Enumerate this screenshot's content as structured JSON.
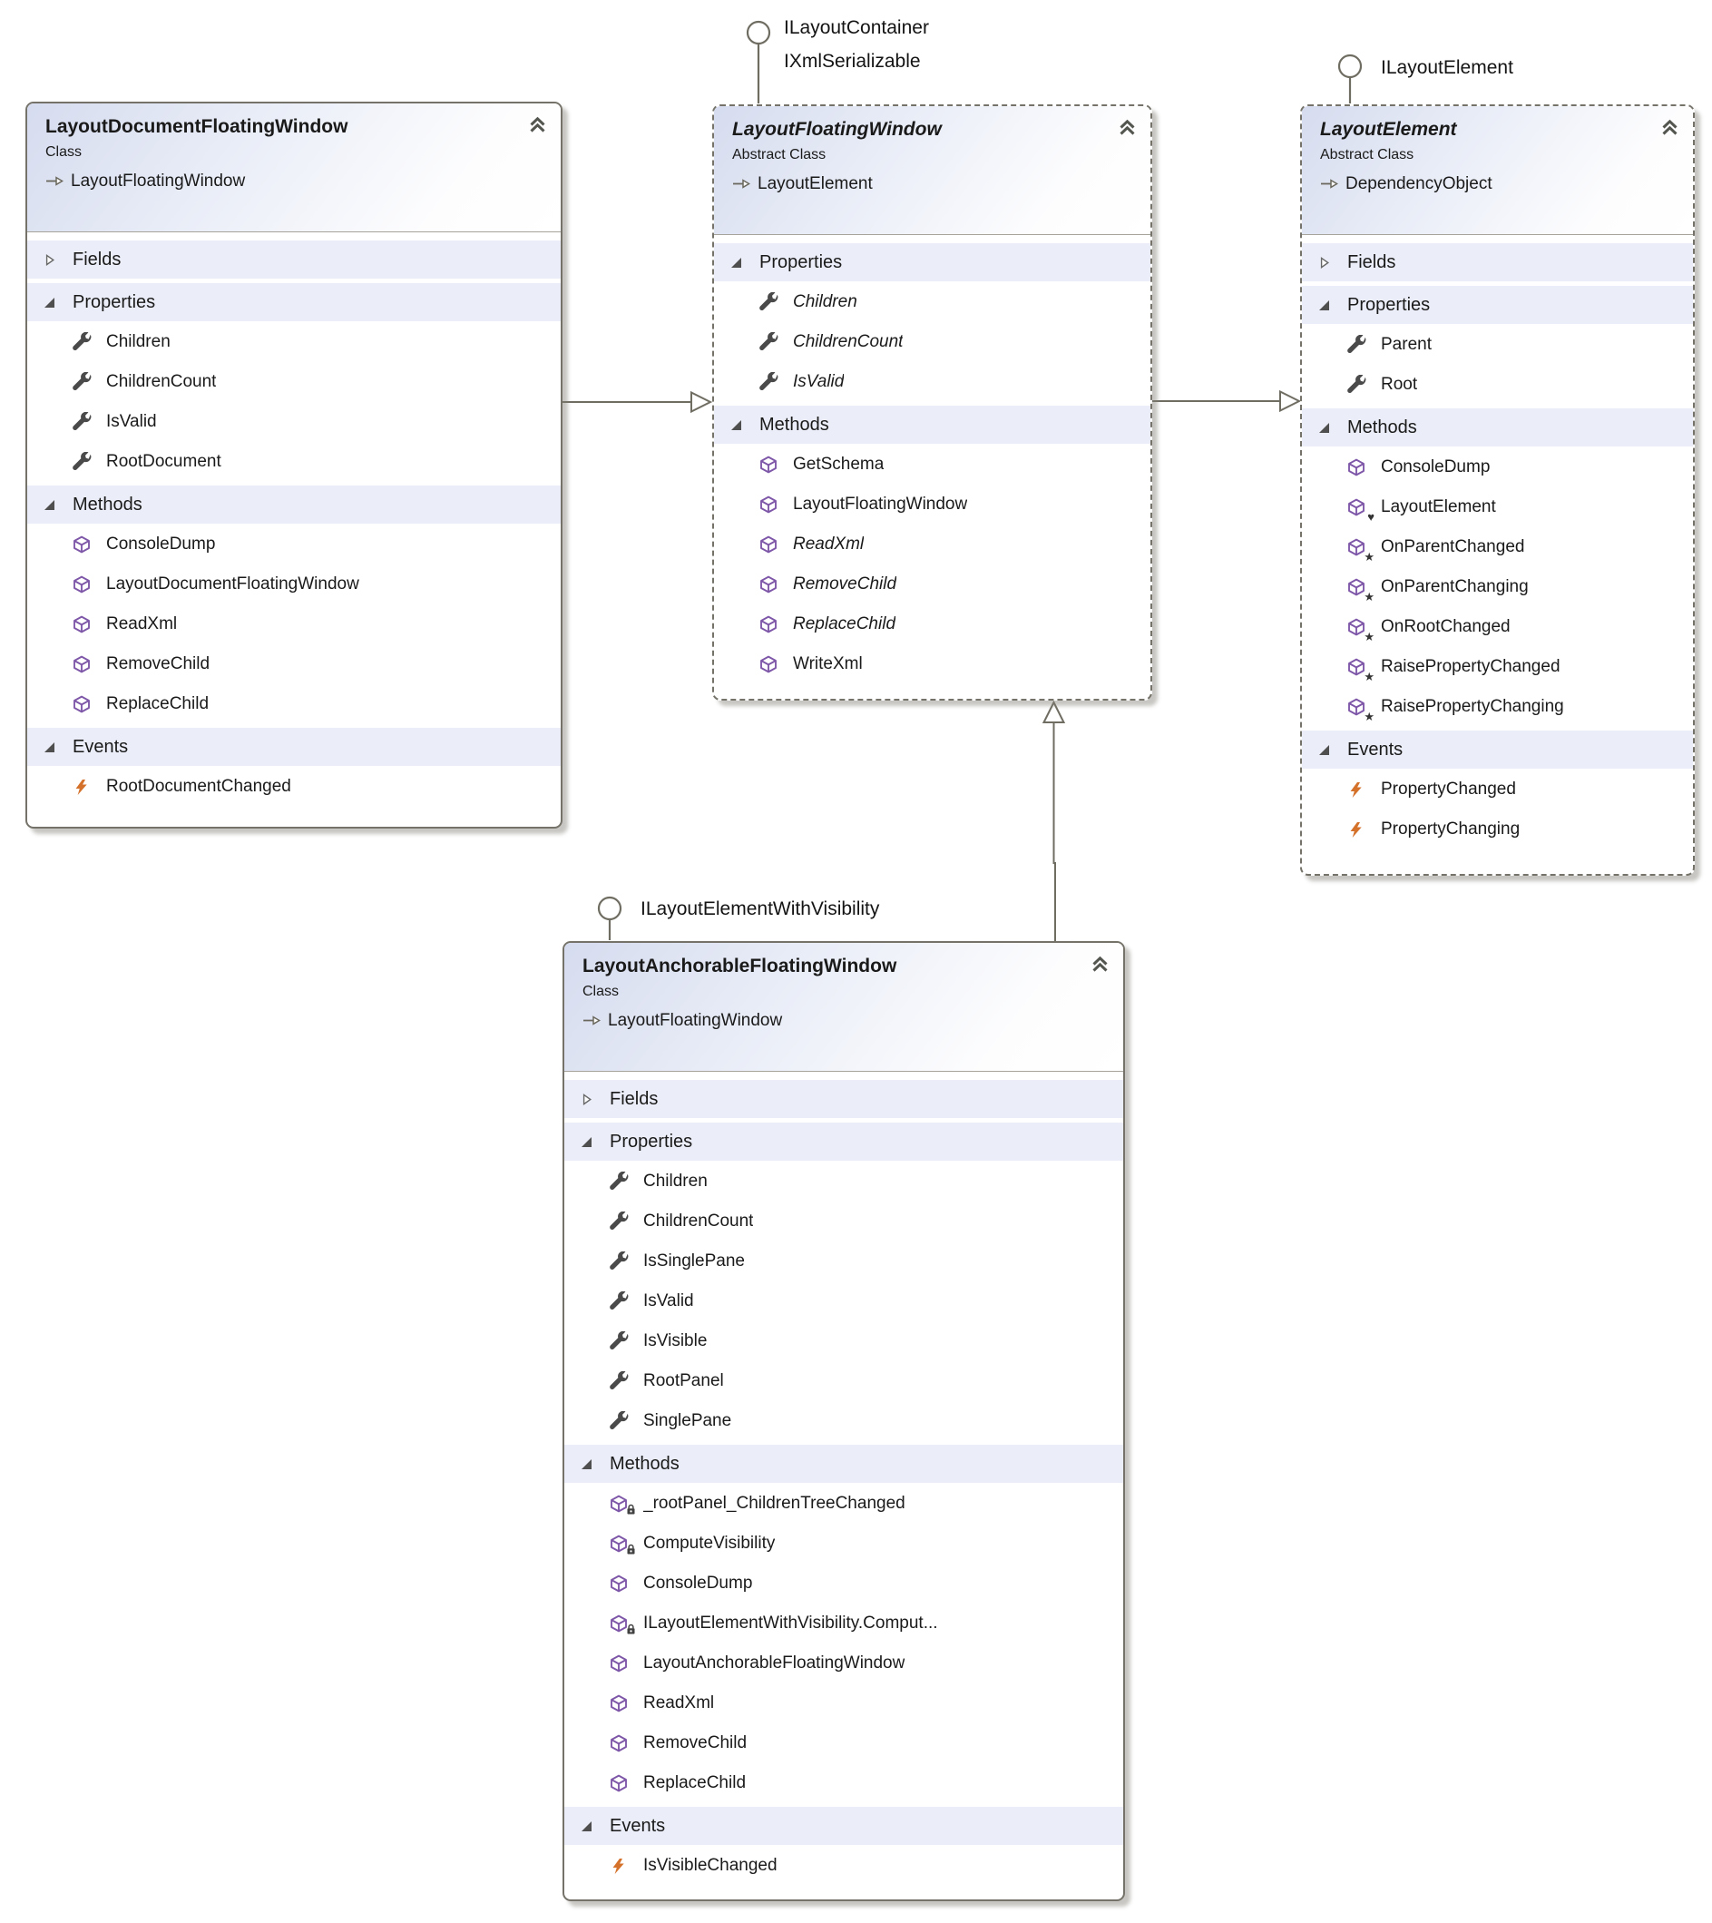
{
  "diagram": {
    "background_color": "#ffffff",
    "connector_color": "#6f6d62",
    "section_row_color": "#ebeef8",
    "method_icon_color": "#7e57a8",
    "property_icon_color": "#4a4a4a",
    "event_icon_color": "#d4722c"
  },
  "interfaces": [
    {
      "lines": [
        "ILayoutContainer",
        "IXmlSerializable"
      ]
    },
    {
      "lines": [
        "ILayoutElement"
      ]
    },
    {
      "lines": [
        "ILayoutElementWithVisibility"
      ]
    }
  ],
  "classes": [
    {
      "title": "LayoutDocumentFloatingWindow",
      "kind": "Class",
      "base": "LayoutFloatingWindow",
      "abstract": false,
      "sections": [
        {
          "label": "Fields",
          "expanded": false,
          "members": []
        },
        {
          "label": "Properties",
          "expanded": true,
          "members": [
            {
              "label": "Children",
              "type": "property"
            },
            {
              "label": "ChildrenCount",
              "type": "property"
            },
            {
              "label": "IsValid",
              "type": "property"
            },
            {
              "label": "RootDocument",
              "type": "property"
            }
          ]
        },
        {
          "label": "Methods",
          "expanded": true,
          "members": [
            {
              "label": "ConsoleDump",
              "type": "method"
            },
            {
              "label": "LayoutDocumentFloatingWindow",
              "type": "method"
            },
            {
              "label": "ReadXml",
              "type": "method"
            },
            {
              "label": "RemoveChild",
              "type": "method"
            },
            {
              "label": "ReplaceChild",
              "type": "method"
            }
          ]
        },
        {
          "label": "Events",
          "expanded": true,
          "members": [
            {
              "label": "RootDocumentChanged",
              "type": "event"
            }
          ]
        }
      ]
    },
    {
      "title": "LayoutFloatingWindow",
      "kind": "Abstract Class",
      "base": "LayoutElement",
      "abstract": true,
      "sections": [
        {
          "label": "Properties",
          "expanded": true,
          "members": [
            {
              "label": "Children",
              "type": "property",
              "italic": true
            },
            {
              "label": "ChildrenCount",
              "type": "property",
              "italic": true
            },
            {
              "label": "IsValid",
              "type": "property",
              "italic": true
            }
          ]
        },
        {
          "label": "Methods",
          "expanded": true,
          "members": [
            {
              "label": "GetSchema",
              "type": "method"
            },
            {
              "label": "LayoutFloatingWindow",
              "type": "method"
            },
            {
              "label": "ReadXml",
              "type": "method",
              "italic": true
            },
            {
              "label": "RemoveChild",
              "type": "method",
              "italic": true
            },
            {
              "label": "ReplaceChild",
              "type": "method",
              "italic": true
            },
            {
              "label": "WriteXml",
              "type": "method"
            }
          ]
        }
      ]
    },
    {
      "title": "LayoutElement",
      "kind": "Abstract Class",
      "base": "DependencyObject",
      "abstract": true,
      "sections": [
        {
          "label": "Fields",
          "expanded": false,
          "members": []
        },
        {
          "label": "Properties",
          "expanded": true,
          "members": [
            {
              "label": "Parent",
              "type": "property"
            },
            {
              "label": "Root",
              "type": "property"
            }
          ]
        },
        {
          "label": "Methods",
          "expanded": true,
          "members": [
            {
              "label": "ConsoleDump",
              "type": "method"
            },
            {
              "label": "LayoutElement",
              "type": "method",
              "modifier": "internal"
            },
            {
              "label": "OnParentChanged",
              "type": "method",
              "modifier": "protected"
            },
            {
              "label": "OnParentChanging",
              "type": "method",
              "modifier": "protected"
            },
            {
              "label": "OnRootChanged",
              "type": "method",
              "modifier": "protected"
            },
            {
              "label": "RaisePropertyChanged",
              "type": "method",
              "modifier": "protected"
            },
            {
              "label": "RaisePropertyChanging",
              "type": "method",
              "modifier": "protected"
            }
          ]
        },
        {
          "label": "Events",
          "expanded": true,
          "members": [
            {
              "label": "PropertyChanged",
              "type": "event"
            },
            {
              "label": "PropertyChanging",
              "type": "event"
            }
          ]
        }
      ]
    },
    {
      "title": "LayoutAnchorableFloatingWindow",
      "kind": "Class",
      "base": "LayoutFloatingWindow",
      "abstract": false,
      "sections": [
        {
          "label": "Fields",
          "expanded": false,
          "members": []
        },
        {
          "label": "Properties",
          "expanded": true,
          "members": [
            {
              "label": "Children",
              "type": "property"
            },
            {
              "label": "ChildrenCount",
              "type": "property"
            },
            {
              "label": "IsSinglePane",
              "type": "property"
            },
            {
              "label": "IsValid",
              "type": "property"
            },
            {
              "label": "IsVisible",
              "type": "property"
            },
            {
              "label": "RootPanel",
              "type": "property"
            },
            {
              "label": "SinglePane",
              "type": "property"
            }
          ]
        },
        {
          "label": "Methods",
          "expanded": true,
          "members": [
            {
              "label": "_rootPanel_ChildrenTreeChanged",
              "type": "method",
              "modifier": "private"
            },
            {
              "label": "ComputeVisibility",
              "type": "method",
              "modifier": "private"
            },
            {
              "label": "ConsoleDump",
              "type": "method"
            },
            {
              "label": "ILayoutElementWithVisibility.Comput...",
              "type": "method",
              "modifier": "private"
            },
            {
              "label": "LayoutAnchorableFloatingWindow",
              "type": "method"
            },
            {
              "label": "ReadXml",
              "type": "method"
            },
            {
              "label": "RemoveChild",
              "type": "method"
            },
            {
              "label": "ReplaceChild",
              "type": "method"
            }
          ]
        },
        {
          "label": "Events",
          "expanded": true,
          "members": [
            {
              "label": "IsVisibleChanged",
              "type": "event"
            }
          ]
        }
      ]
    }
  ]
}
